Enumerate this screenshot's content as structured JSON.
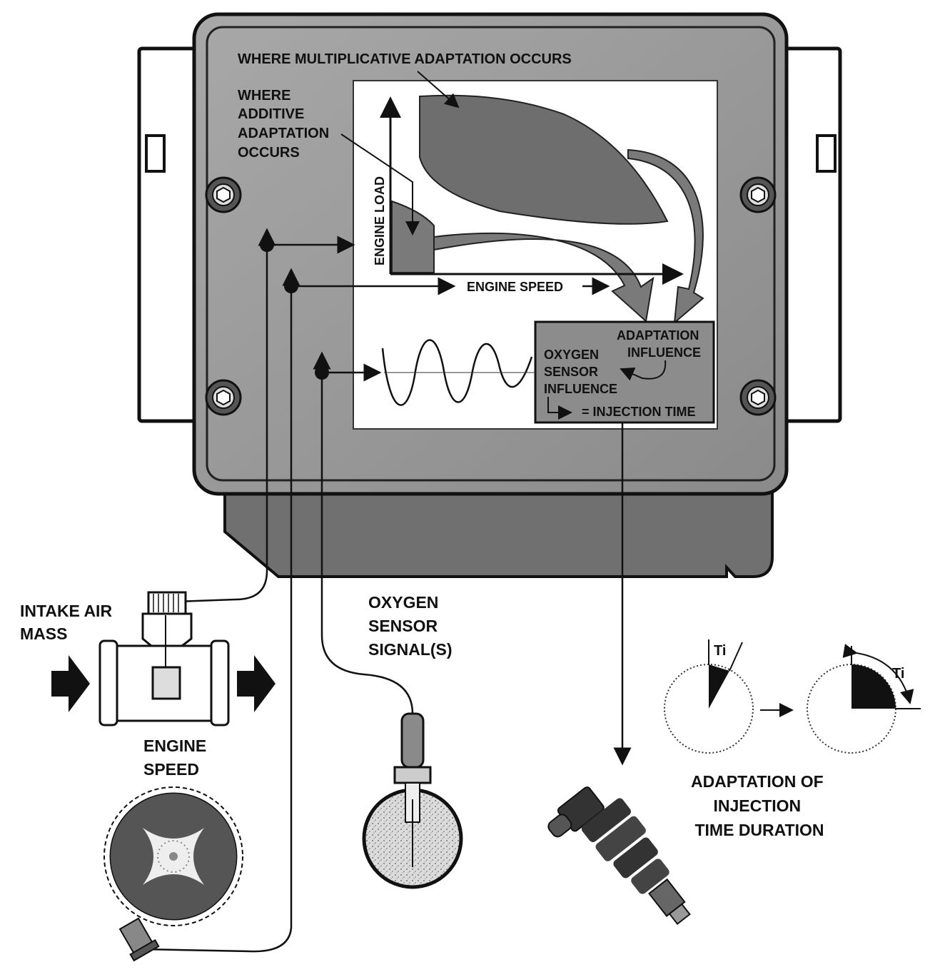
{
  "labels": {
    "multiplicative": "WHERE MULTIPLICATIVE ADAPTATION OCCURS",
    "additive": [
      "WHERE",
      "ADDITIVE",
      "ADAPTATION",
      "OCCURS"
    ],
    "engine_load": "ENGINE LOAD",
    "engine_speed_axis": "ENGINE SPEED",
    "adaptation_influence": [
      "ADAPTATION",
      "INFLUENCE"
    ],
    "oxygen_influence": [
      "OXYGEN",
      "SENSOR",
      "INFLUENCE"
    ],
    "injection_time": "= INJECTION TIME",
    "intake_air": [
      "INTAKE AIR",
      "MASS"
    ],
    "engine_speed_sensor": [
      "ENGINE",
      "SPEED"
    ],
    "oxygen_signal": [
      "OXYGEN",
      "SENSOR",
      "SIGNAL(S)"
    ],
    "ti_left": "Ti",
    "ti_right": "Ti",
    "adaptation_of": [
      "ADAPTATION OF",
      "INJECTION",
      "TIME DURATION"
    ]
  },
  "colors": {
    "ecu_body": "#9a9a9a",
    "ecu_dark": "#6e6e6e",
    "adaptation_region": "#707070",
    "box": "#8c8c8c",
    "line": "#111111"
  }
}
